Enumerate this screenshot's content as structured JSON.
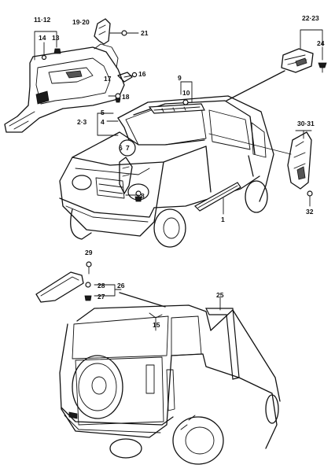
{
  "callouts": {
    "c11_12": "11·12",
    "c13": "13",
    "c14": "14",
    "c19_20": "19·20",
    "c21": "21",
    "c22_23": "22·23",
    "c24": "24",
    "c16a": "16",
    "c17": "17",
    "c18": "18",
    "c9": "9",
    "c10": "10",
    "c5": "5",
    "c2_3": "2·3",
    "c4": "4",
    "c6": "6",
    "c7": "7",
    "c8": "8",
    "c1": "1",
    "c30_31": "30·31",
    "c32": "32",
    "c29": "29",
    "c28": "28",
    "c26": "26",
    "c27": "27",
    "c25": "25",
    "c15": "15"
  }
}
